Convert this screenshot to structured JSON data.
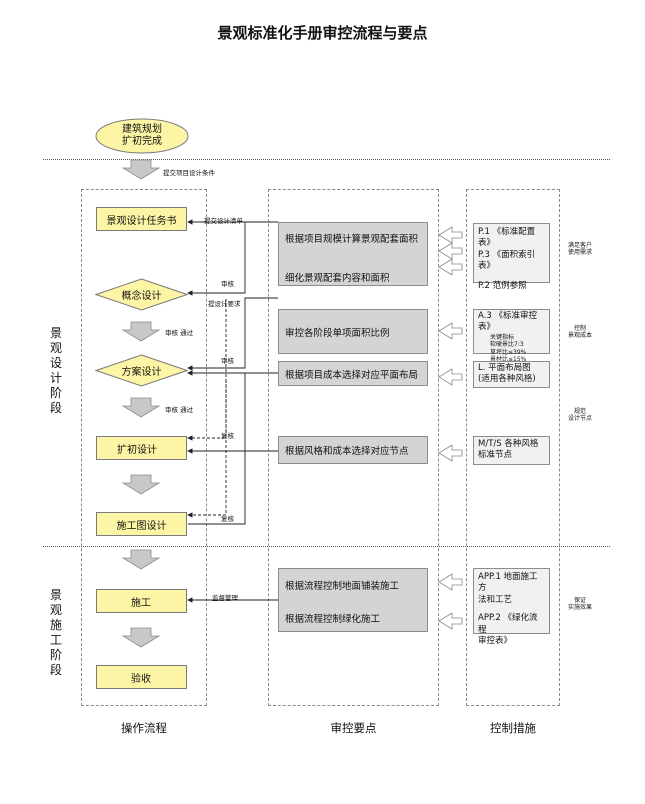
{
  "title": "景观标准化手册审控流程与要点",
  "start": {
    "line1": "建筑规划",
    "line2": "扩初完成"
  },
  "labels": {
    "submit_conditions": "提交项目设计条件",
    "submit_list": "提交设计清单",
    "review1": "审核",
    "submit_req": "提设计要求",
    "review_pass1": "审核 通过",
    "review2": "审核",
    "review_pass2": "审核 通过",
    "recheck1": "复核",
    "recheck2": "复核",
    "supervise": "监督管理"
  },
  "flow": {
    "task_book": "景观设计任务书",
    "concept": "概念设计",
    "scheme": "方案设计",
    "prelim": "扩初设计",
    "construction_drawing": "施工图设计",
    "construction": "施工",
    "acceptance": "验收"
  },
  "stages": {
    "design": [
      "景",
      "观",
      "设",
      "计",
      "阶",
      "段"
    ],
    "construction": [
      "景",
      "观",
      "施",
      "工",
      "阶",
      "段"
    ]
  },
  "review_points": {
    "p1_line1": "根据项目规模计算景观配套面积",
    "p1_line2": "细化景观配套内容和面积",
    "p2": "审控各阶段单项面积比例",
    "p3": "根据项目成本选择对应平面布局",
    "p4": "根据风格和成本选择对应节点",
    "p5_line1": "根据流程控制地面铺装施工",
    "p5_line2": "根据流程控制绿化施工"
  },
  "measures": {
    "m1": [
      "P.1 《标准配置表》",
      "P.3 《面积索引表》",
      "P.2 范例参照"
    ],
    "m2_head": "A.3 《标准审控表》",
    "m2_items": [
      "关键指标",
      "软硬景比7:3",
      "草坪比≤39%",
      "景材比≤15%"
    ],
    "m3": [
      "L. 平面布局图",
      "(适用各种风格)"
    ],
    "m4": [
      "M/T/S 各种风格",
      "标准节点"
    ],
    "m5": [
      "APP.1 地面施工方",
      "法和工艺",
      "APP.2 《绿化流程",
      "审控表》"
    ]
  },
  "side_notes": {
    "n1": [
      "满足客户",
      "使用需求"
    ],
    "n2": [
      "控制",
      "景观成本"
    ],
    "n3": [
      "规范",
      "设计节点"
    ],
    "n4": [
      "保证",
      "实施效果"
    ]
  },
  "footer": {
    "col1": "操作流程",
    "col2": "审控要点",
    "col3": "控制措施"
  },
  "colors": {
    "yellow": "#fdf5a6",
    "gray": "#d4d4d4",
    "light": "#f1f1f1",
    "arrow": "#c8c8c8"
  }
}
